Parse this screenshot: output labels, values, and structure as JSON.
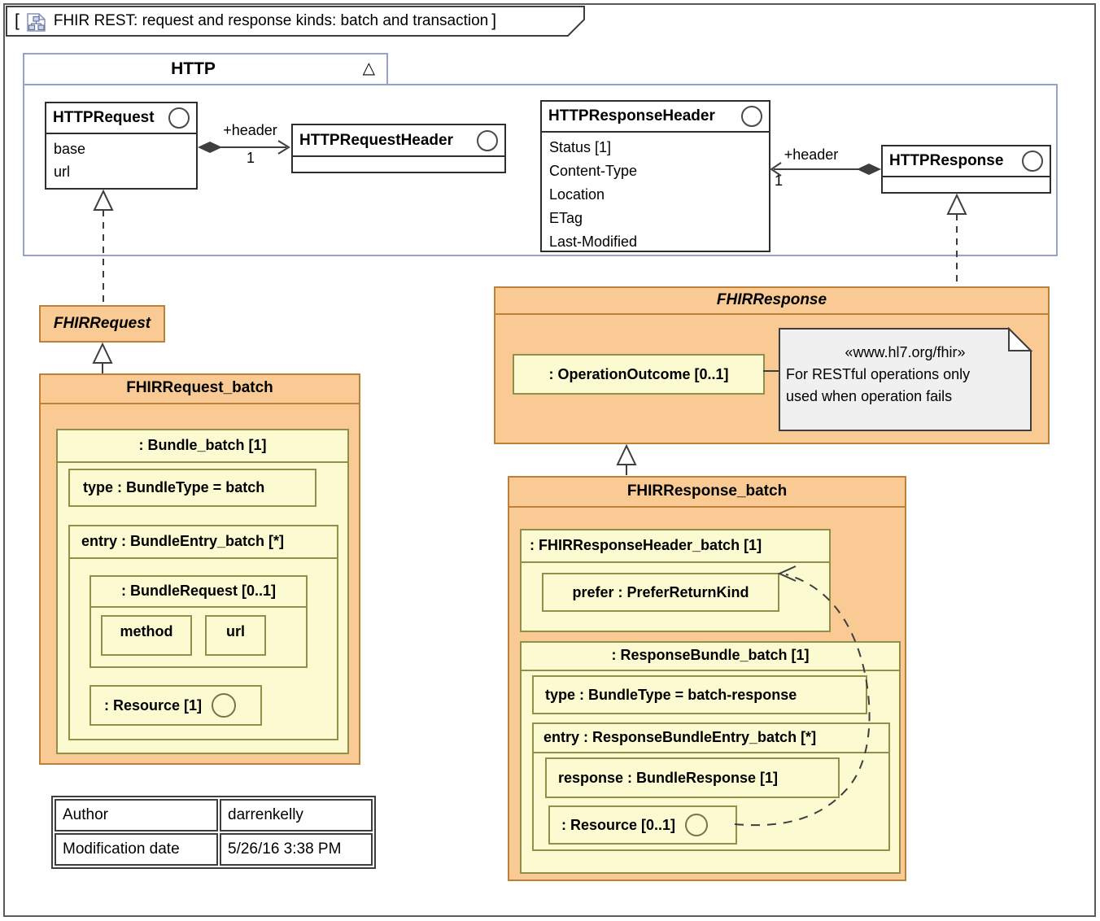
{
  "frame": {
    "bracket_open": "[",
    "bracket_close": "]",
    "title": "FHIR REST: request and response kinds: batch and transaction"
  },
  "http_package": {
    "name": "HTTP",
    "collapse_glyph": "△",
    "classes": {
      "http_request": {
        "name": "HTTPRequest",
        "attributes": [
          "base",
          "url"
        ]
      },
      "http_request_header": {
        "name": "HTTPRequestHeader"
      },
      "http_response_header": {
        "name": "HTTPResponseHeader",
        "attributes": [
          "Status [1]",
          "Content-Type",
          "Location",
          "ETag",
          "Last-Modified"
        ]
      },
      "http_response": {
        "name": "HTTPResponse"
      }
    },
    "associations": {
      "request_header": {
        "role": "+header",
        "multiplicity": "1"
      },
      "response_header": {
        "role": "+header",
        "multiplicity": "1"
      }
    }
  },
  "fhir_request": {
    "name": "FHIRRequest"
  },
  "fhir_request_batch": {
    "name": "FHIRRequest_batch",
    "bundle": {
      "title": ": Bundle_batch [1]",
      "type_label": "type : BundleType = batch",
      "entry": {
        "title": "entry : BundleEntry_batch [*]",
        "bundle_request": {
          "title": ": BundleRequest [0..1]",
          "method": "method",
          "url": "url"
        },
        "resource_label": ": Resource [1]"
      }
    }
  },
  "fhir_response": {
    "name": "FHIRResponse",
    "operation_outcome": ": OperationOutcome [0..1]",
    "note": {
      "stereotype": "«www.hl7.org/fhir»",
      "line1": "For RESTful operations only",
      "line2": "used when operation fails"
    }
  },
  "fhir_response_batch": {
    "name": "FHIRResponse_batch",
    "response_header": {
      "title": ": FHIRResponseHeader_batch [1]",
      "prefer": "prefer : PreferReturnKind"
    },
    "response_bundle": {
      "title": ": ResponseBundle_batch [1]",
      "type_label": "type : BundleType = batch-response",
      "entry": {
        "title": "entry : ResponseBundleEntry_batch [*]",
        "response_label": "response : BundleResponse [1]",
        "resource_label": ": Resource [0..1]"
      }
    }
  },
  "info_table": {
    "rows": [
      {
        "label": "Author",
        "value": "darrenkelly"
      },
      {
        "label": "Modification date",
        "value": "5/26/16 3:38 PM"
      }
    ]
  },
  "colors": {
    "orange_fill": "#f9ca94",
    "orange_border": "#bc8038",
    "yellow_fill": "#fbfad0",
    "yellow_border": "#90904a",
    "note_fill": "#f0f0f0",
    "package_border": "#98a2c6",
    "edge": "#3e3e3e"
  }
}
